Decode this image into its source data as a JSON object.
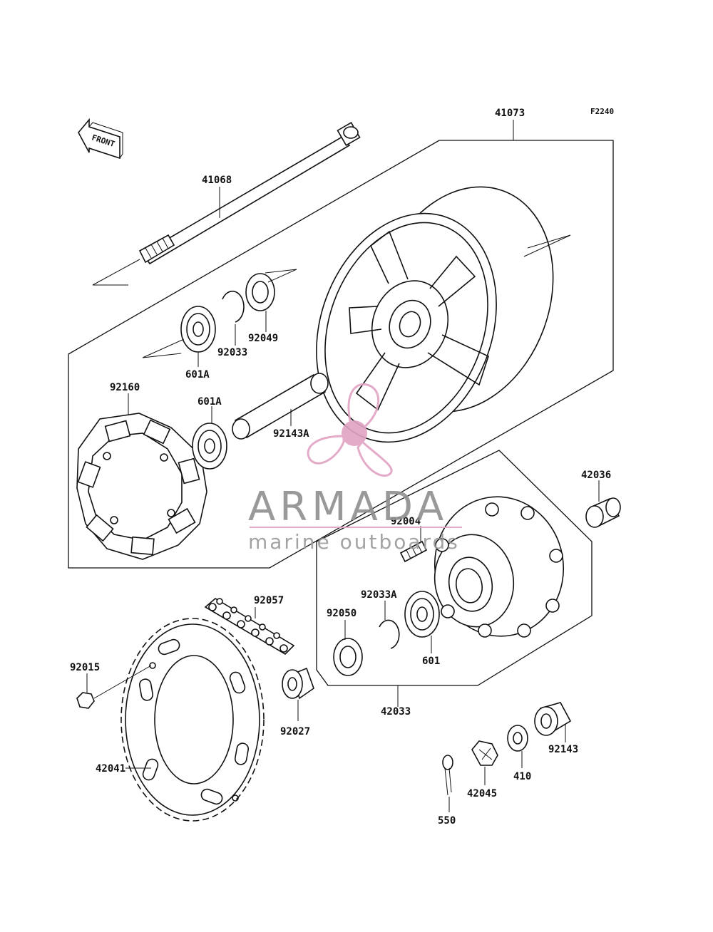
{
  "diagram_id": "F2240",
  "direction_label": "FRONT",
  "parts": {
    "axle": "41068",
    "wheel": "41073",
    "bearing_left": "601A",
    "circlip": "92033",
    "oil_seal_top": "92049",
    "damper": "92160",
    "bearing_middle": "601A",
    "collar_long": "92143A",
    "collar_right": "42036",
    "stud": "92004",
    "circlip_lower": "92033A",
    "oil_seal_lower": "92050",
    "bearing_lower": "601",
    "coupling": "42033",
    "chain": "92057",
    "nut_sprocket": "92015",
    "collar_sprocket": "92027",
    "sprocket": "42041",
    "collar_far_right": "92143",
    "washer": "410",
    "castle_nut": "42045",
    "cotter_pin": "550"
  },
  "watermark": {
    "brand": "ARMADA",
    "tagline": "marine outboards",
    "accent_color": "#e0a3c3",
    "text_color": "#8f8f8f"
  }
}
